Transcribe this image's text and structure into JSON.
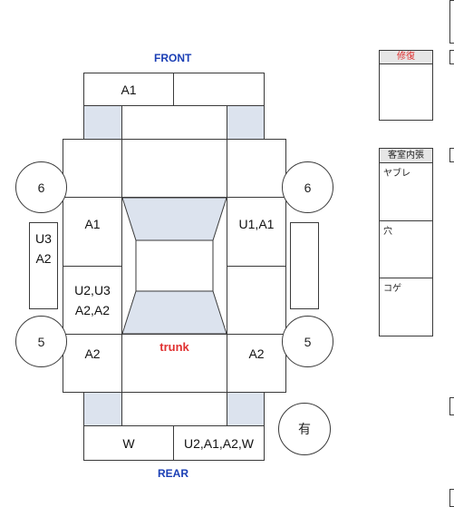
{
  "diagram": {
    "front_label": "FRONT",
    "rear_label": "REAR",
    "trunk_label": "trunk",
    "front_bumper": {
      "left": "A1",
      "right": ""
    },
    "rear_bumper": {
      "left": "W",
      "right": "U2,A1,A2,W"
    },
    "left_front_door": "A1",
    "left_rear_door_line1": "U2,U3",
    "left_rear_door_line2": "A2,A2",
    "left_rear_quarter": "A2",
    "right_front_door": "U1,A1",
    "right_rear_quarter": "A2",
    "left_mirror_line1": "U3",
    "left_mirror_line2": "A2",
    "wheels": {
      "front_left": "6",
      "front_right": "6",
      "rear_left": "5",
      "rear_right": "5"
    },
    "spare_tire": "有"
  },
  "panels": {
    "repair": {
      "title": "修復"
    },
    "interior": {
      "title": "客室内張",
      "rows": [
        "ヤブレ",
        "穴",
        "コゲ"
      ]
    }
  },
  "colors": {
    "shaded_panel": "#dce3ee",
    "title_blue": "#1b3fb5",
    "trunk_red": "#e03030",
    "repair_red": "#e03030"
  }
}
